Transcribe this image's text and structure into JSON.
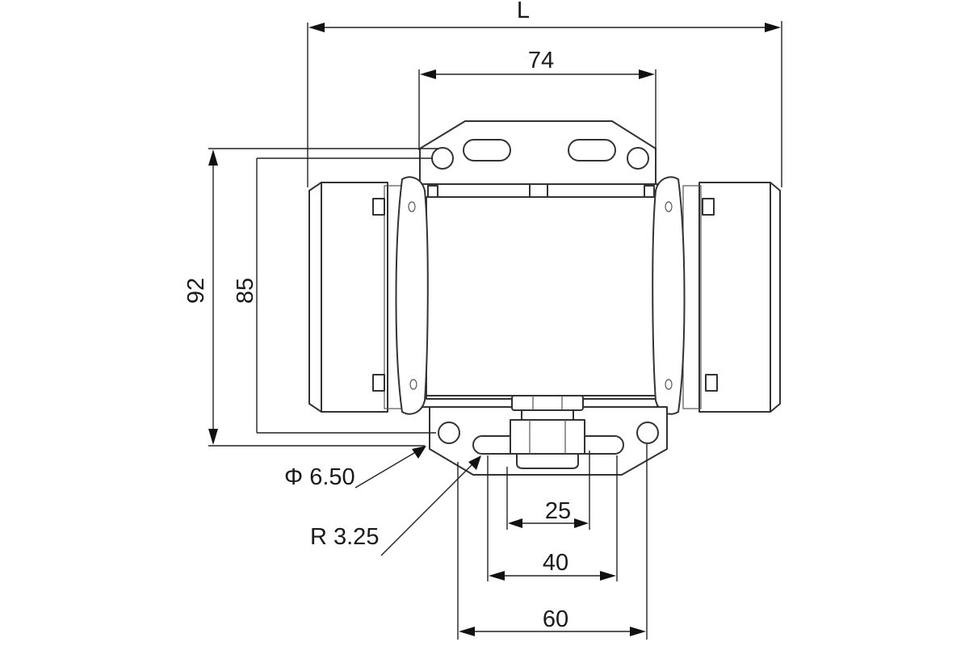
{
  "dimensions": {
    "overall_length": "L",
    "top_hole_spacing": "74",
    "height_outer": "92",
    "height_inner": "85",
    "hole_diameter": "Φ 6.50",
    "slot_radius": "R 3.25",
    "bottom_inner": "25",
    "bottom_middle": "40",
    "bottom_outer": "60"
  },
  "colors": {
    "line": "#333333",
    "dimension": "#222222",
    "background": "#ffffff"
  }
}
